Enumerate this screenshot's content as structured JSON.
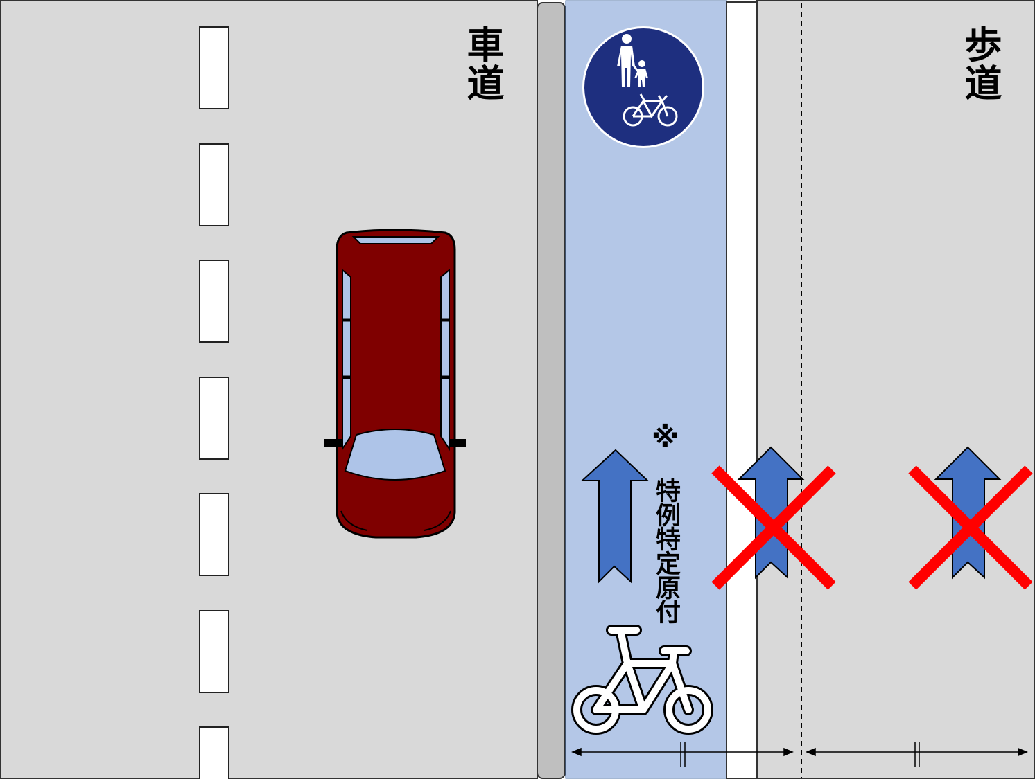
{
  "labels": {
    "roadway": "車道",
    "sidewalk": "歩道",
    "note_mark": "※",
    "note": "特例特定原付"
  },
  "sign": {
    "icon": "pedestrian-bicycle-sign-icon",
    "color": "#1e2f7f"
  },
  "colors": {
    "road_surface": "#d9d9d9",
    "bike_lane": "#b4c7e7",
    "curb": "#bfbfbf",
    "arrow_allowed": "#4472c4",
    "prohibited_x": "#ff0000",
    "car_body": "#7f0000",
    "car_glass": "#aec4e8"
  },
  "markings": {
    "bicycle_marking_icon": "bicycle-road-marking-icon",
    "allowed_arrow_icon": "up-arrow-icon",
    "prohibited_icon": "red-x-icon"
  }
}
